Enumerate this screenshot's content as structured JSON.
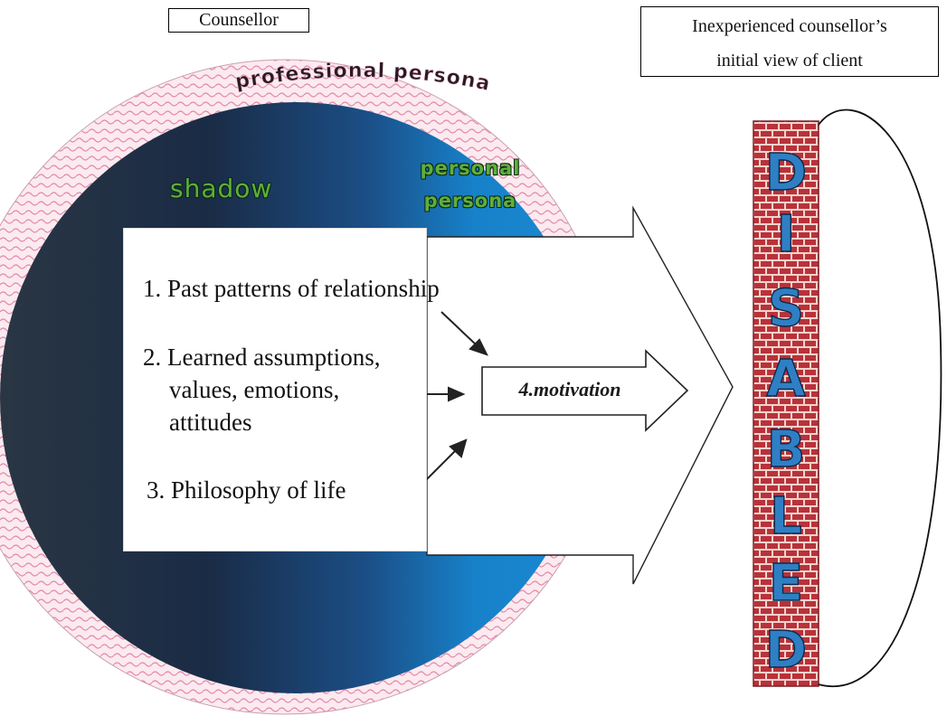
{
  "labels": {
    "counsellor": "Counsellor",
    "client_line1": "Inexperienced counsellor’s",
    "client_line2": "initial view of client"
  },
  "diagram": {
    "outer_ring": "professional persona",
    "shadow": "shadow",
    "personal_line1": "personal",
    "personal_line2": "persona",
    "items": {
      "item1": "1. Past patterns of relationship",
      "item2_line1": "2. Learned assumptions,",
      "item2_line2": "values, emotions,",
      "item2_line3": "attitudes",
      "item3": "3. Philosophy of life"
    },
    "motivation": "4.motivation",
    "wall_letters": [
      "D",
      "I",
      "S",
      "A",
      "B",
      "L",
      "E",
      "D"
    ]
  },
  "colors": {
    "ring_fill": "#f6d9e6",
    "ring_pattern": "#e38aa8",
    "inner_dark": "#1c2a3a",
    "inner_blue": "#1a83c9",
    "brick": "#b8323a",
    "mortar": "#f2d2cc",
    "letter_blue": "#2f7fc4",
    "label_green": "#5fae3c"
  }
}
